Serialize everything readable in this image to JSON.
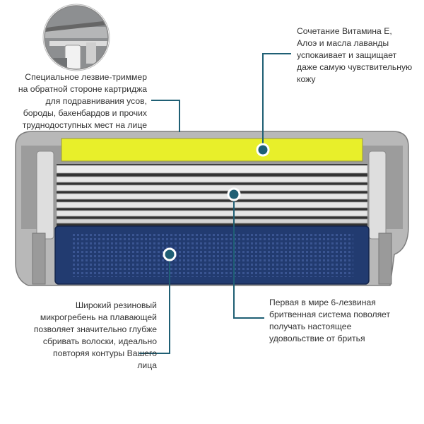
{
  "callouts": {
    "trimmer": "Специальное лезвие-триммер\nна обратной стороне картриджа\nдля подравнивания усов,\nбороды, бакенбардов и прочих\nтруднодоступных мест на лице",
    "vitamin": "Сочетание Витамина Е,\nАлоэ и масла лаванды\nуспокаивает и защищает\nдаже самую чувствительную\nкожу",
    "blades": "Первая в мире 6-лезвиная\nбритвенная система поволяет\nполучать настоящее\nудовольствие от бритья",
    "comb": "Широкий резиновый\nмикрогребень на плавающей\nпозволяет значительно глубже\nсбривать волоски, идеально\nповторяя контуры Вашего\nлица"
  },
  "colors": {
    "leader": "#1f5f74",
    "lubricant_strip": "#e8ef2a",
    "comb": "#223b70",
    "frame": "#a9a9a9",
    "blade": "#e9e9e9"
  }
}
